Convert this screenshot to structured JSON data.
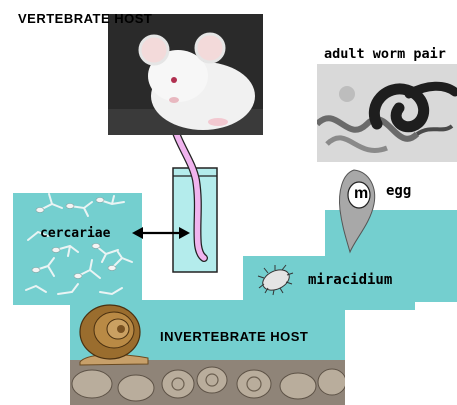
{
  "labels": {
    "vertebrate_host": "VERTEBRATE HOST",
    "adult_worm_pair": "adult worm pair",
    "egg": "egg",
    "egg_marker": "m",
    "cercariae": "cercariae",
    "miracidium": "miracidium",
    "invertebrate_host": "INVERTEBRATE HOST"
  },
  "colors": {
    "water": "#74cfcf",
    "tube_fill": "#b4ecec",
    "worm_pink": "#f0b4ee",
    "photo_dark": "#2b2b2b",
    "egg_grey": "#a8a8a8"
  }
}
